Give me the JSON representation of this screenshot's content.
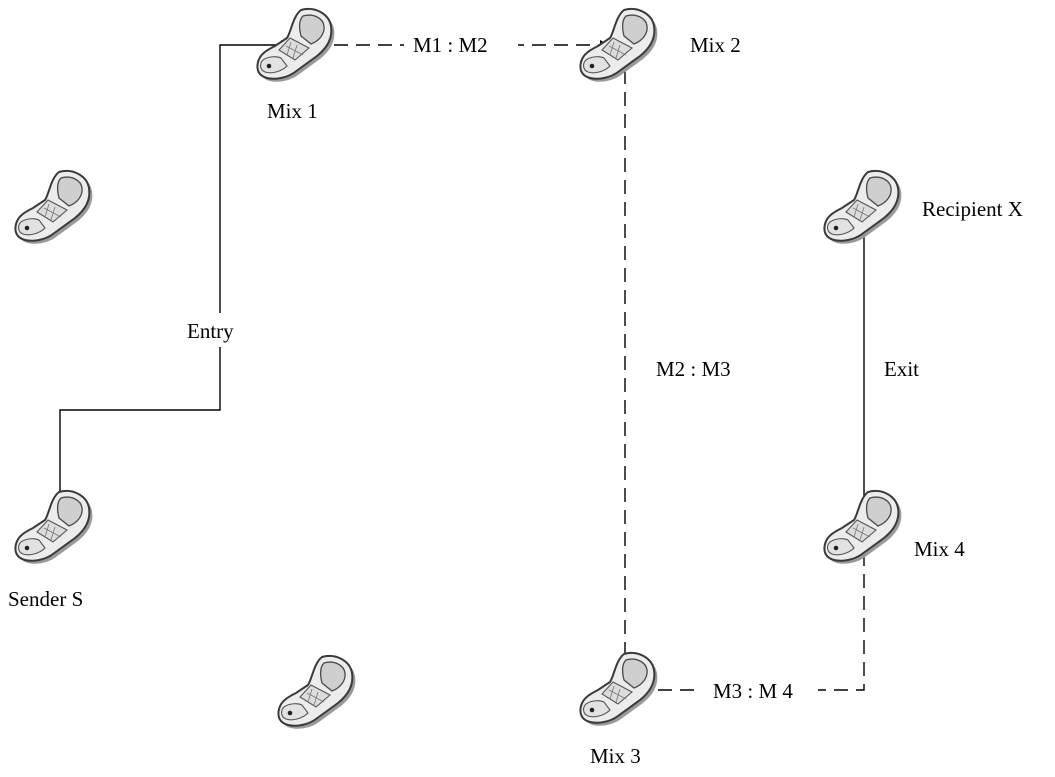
{
  "nodes": {
    "mix1": {
      "label": "Mix 1"
    },
    "mix2": {
      "label": "Mix 2"
    },
    "mix3": {
      "label": "Mix 3"
    },
    "mix4": {
      "label": "Mix 4"
    },
    "sender": {
      "label": "Sender S"
    },
    "recipient": {
      "label": "Recipient X"
    },
    "idle_a": {
      "label": ""
    },
    "idle_b": {
      "label": ""
    }
  },
  "edges": {
    "entry": {
      "label": "Entry",
      "style": "solid"
    },
    "m1_m2": {
      "label": "M1 : M2",
      "style": "dashed"
    },
    "m2_m3": {
      "label": "M2 : M3",
      "style": "dashed"
    },
    "m3_m4": {
      "label": "M3 : M 4",
      "style": "dashed"
    },
    "exit": {
      "label": "Exit",
      "style": "solid"
    }
  },
  "icons": {
    "device": "mobile-phone-icon"
  },
  "colors": {
    "line": "#000000",
    "phone_body": "#ebebeb",
    "phone_outline": "#3a3a3a",
    "screen": "#c9c9c9",
    "background": "#ffffff"
  }
}
